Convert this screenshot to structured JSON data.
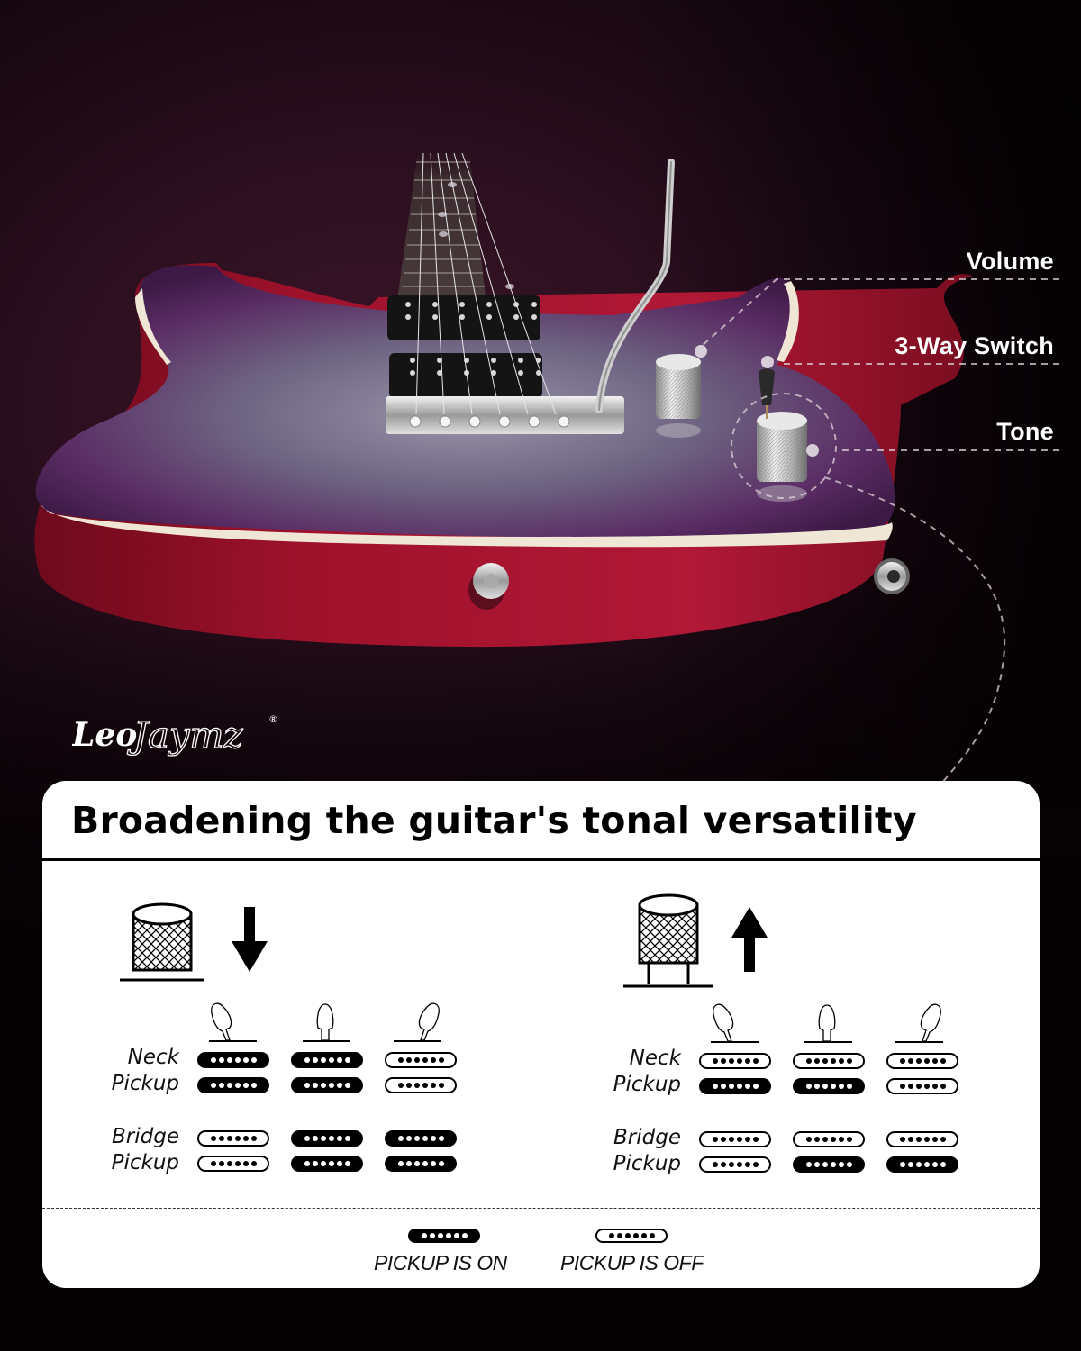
{
  "brand": {
    "logo_text": "LeoJaymz",
    "registered_mark": "®"
  },
  "callouts": [
    {
      "label": "Volume"
    },
    {
      "label": "3-Way Switch"
    },
    {
      "label": "Tone"
    }
  ],
  "card": {
    "title": "Broadening the guitar's tonal versatility",
    "panels": [
      {
        "amp_position": "pushed-down",
        "arrow": "down-arrow",
        "switch_positions": [
          "left",
          "center",
          "right"
        ],
        "rows": [
          {
            "label": "Neck",
            "coils": [
              [
                "on",
                "on",
                "off"
              ]
            ]
          },
          {
            "label": "Pickup",
            "coils": [
              [
                "on",
                "on",
                "off"
              ]
            ]
          },
          {
            "label": "Bridge",
            "coils": [
              [
                "off",
                "on",
                "on"
              ]
            ]
          },
          {
            "label": "Pickup",
            "coils": [
              [
                "off",
                "on",
                "on"
              ]
            ]
          }
        ]
      },
      {
        "amp_position": "pulled-up",
        "arrow": "up-arrow",
        "switch_positions": [
          "left",
          "center",
          "right"
        ],
        "rows": [
          {
            "label": "Neck",
            "coils": [
              [
                "off",
                "off",
                "off"
              ]
            ]
          },
          {
            "label": "Pickup",
            "coils": [
              [
                "on",
                "on",
                "off"
              ]
            ]
          },
          {
            "label": "Bridge",
            "coils": [
              [
                "off",
                "off",
                "off"
              ]
            ]
          },
          {
            "label": "Pickup",
            "coils": [
              [
                "off",
                "on",
                "on"
              ]
            ]
          }
        ]
      }
    ],
    "legend": [
      {
        "state": "on",
        "label": "PICKUP IS ON"
      },
      {
        "state": "off",
        "label": "PICKUP IS OFF"
      }
    ]
  },
  "colors": {
    "background": "#2b0f1f",
    "body_top": "#6b4a78",
    "body_side": "#8a0f22",
    "binding": "#efe6d6",
    "card": "#ffffff",
    "text": "#000000"
  }
}
